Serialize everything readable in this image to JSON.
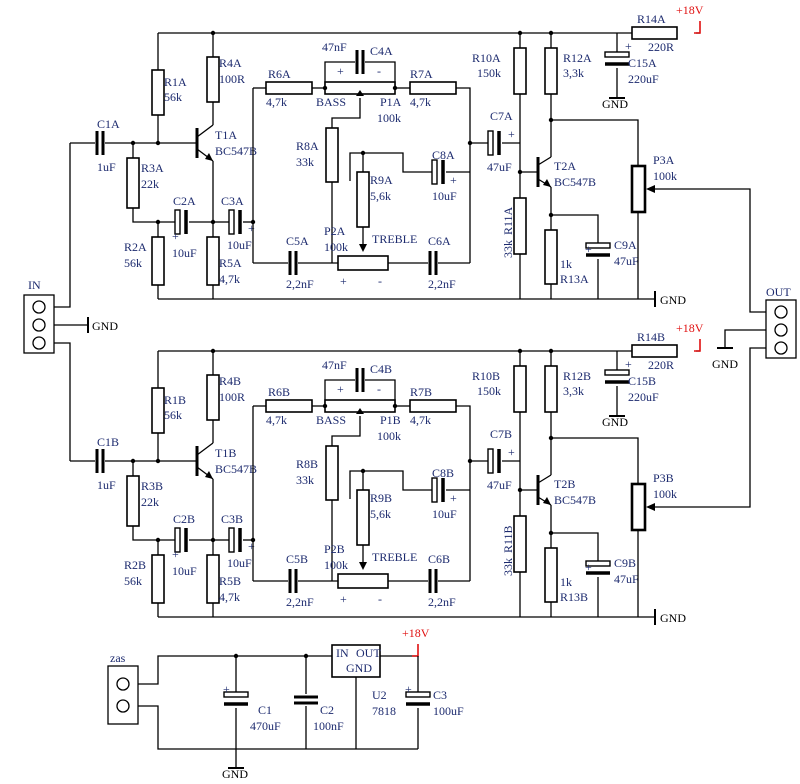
{
  "colors": {
    "wire": "#000000",
    "label": "#1c2a6e",
    "rail": "#e01010"
  },
  "text": {
    "rail": "+18V",
    "gnd": "GND",
    "in": "IN",
    "out": "OUT",
    "zas": "zas",
    "bass": "BASS",
    "treble": "TREBLE",
    "plus": "+",
    "minus": "-",
    "pin_in": "IN",
    "pin_out": "OUT"
  },
  "channels": [
    {
      "R14": "R14A",
      "R14v": "220R",
      "C15": "C15A",
      "C15v": "220uF",
      "C1": "C1A",
      "C1v": "1uF",
      "R1": "R1A",
      "R1v": "56k",
      "R4": "R4A",
      "R4v": "100R",
      "T1": "T1A",
      "T1v": "BC547B",
      "R3": "R3A",
      "R3v": "22k",
      "R2": "R2A",
      "R2v": "56k",
      "C2": "C2A",
      "C2v": "10uF",
      "C3": "C3A",
      "C3v": "10uF",
      "R5": "R5A",
      "R5v": "4,7k",
      "R6": "R6A",
      "R6v": "4,7k",
      "C4v": "47nF",
      "C4": "C4A",
      "R7": "R7A",
      "R7v": "4,7k",
      "P1": "P1A",
      "P1v": "100k",
      "R8": "R8A",
      "R8v": "33k",
      "R9": "R9A",
      "R9v": "5,6k",
      "C8": "C8A",
      "C8v": "10uF",
      "C5": "C5A",
      "C5v": "2,2nF",
      "P2": "P2A",
      "P2v": "100k",
      "C6": "C6A",
      "C6v": "2,2nF",
      "R10": "R10A",
      "R10v": "150k",
      "R11": "R11A",
      "R11v": "33k",
      "R12": "R12A",
      "R12v": "3,3k",
      "C7": "C7A",
      "C7v": "47uF",
      "T2": "T2A",
      "T2v": "BC547B",
      "R13": "R13A",
      "R13v": "1k",
      "C9": "C9A",
      "C9v": "47uF",
      "P3": "P3A",
      "P3v": "100k"
    },
    {
      "R14": "R14B",
      "R14v": "220R",
      "C15": "C15B",
      "C15v": "220uF",
      "C1": "C1B",
      "C1v": "1uF",
      "R1": "R1B",
      "R1v": "56k",
      "R4": "R4B",
      "R4v": "100R",
      "T1": "T1B",
      "T1v": "BC547B",
      "R3": "R3B",
      "R3v": "22k",
      "R2": "R2B",
      "R2v": "56k",
      "C2": "C2B",
      "C2v": "10uF",
      "C3": "C3B",
      "C3v": "10uF",
      "R5": "R5B",
      "R5v": "4,7k",
      "R6": "R6B",
      "R6v": "4,7k",
      "C4v": "47nF",
      "C4": "C4B",
      "R7": "R7B",
      "R7v": "4,7k",
      "P1": "P1B",
      "P1v": "100k",
      "R8": "R8B",
      "R8v": "33k",
      "R9": "R9B",
      "R9v": "5,6k",
      "C8": "C8B",
      "C8v": "10uF",
      "C5": "C5B",
      "C5v": "2,2nF",
      "P2": "P2B",
      "P2v": "100k",
      "C6": "C6B",
      "C6v": "2,2nF",
      "R10": "R10B",
      "R10v": "150k",
      "R11": "R11B",
      "R11v": "33k",
      "R12": "R12B",
      "R12v": "3,3k",
      "C7": "C7B",
      "C7v": "47uF",
      "T2": "T2B",
      "T2v": "BC547B",
      "R13": "R13B",
      "R13v": "1k",
      "C9": "C9B",
      "C9v": "47uF",
      "P3": "P3B",
      "P3v": "100k"
    }
  ],
  "psu": {
    "C1": "C1",
    "C1v": "470uF",
    "C2": "C2",
    "C2v": "100nF",
    "U2": "U2",
    "U2v": "7818",
    "C3": "C3",
    "C3v": "100uF"
  }
}
